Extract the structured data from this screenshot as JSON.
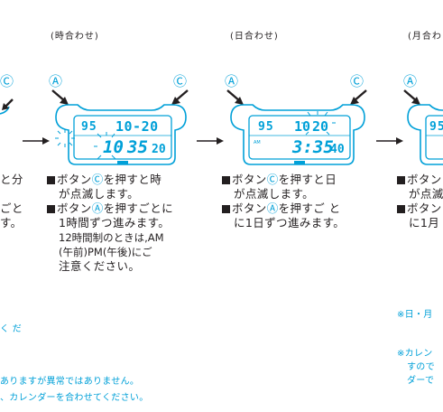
{
  "headers": {
    "time_setting": "(時合わせ)",
    "day_setting": "(日合わせ)",
    "month_setting": "(月合わ"
  },
  "buttons": {
    "a": "Ⓐ",
    "c": "Ⓒ"
  },
  "watches": {
    "left_partial": {
      "button_c": "Ⓒ"
    },
    "time": {
      "day_digits": "95",
      "date_digits": "10-20",
      "time_hour": "10",
      "time_minutes": "35",
      "time_seconds": "20"
    },
    "day": {
      "day_digits": "95",
      "date_month": "10",
      "date_day": "20",
      "am_label": "AM",
      "time_main": "3:35",
      "time_seconds": "40"
    },
    "month": {
      "day_digits": "95"
    }
  },
  "left_fragments": {
    "line1": "と分",
    "line2": "ごと",
    "line3": "す。"
  },
  "time_instructions": {
    "line1_pre": "ボタン",
    "line1_btn": "Ⓒ",
    "line1_post": "を押すと時",
    "line2": "が点滅します。",
    "line3_pre": "ボタン",
    "line3_btn": "Ⓐ",
    "line3_post": "を押すごとに",
    "line4": "1時間ずつ進みます。",
    "line5": "12時間制のときは,AM",
    "line6": "(午前)PM(午後)にご",
    "line7": "注意ください。"
  },
  "day_instructions": {
    "line1_pre": "ボタン",
    "line1_btn": "Ⓒ",
    "line1_post": "を押すと日",
    "line2": "が点滅します。",
    "line3_pre": "ボタン",
    "line3_btn": "Ⓐ",
    "line3_post": "を押すご と",
    "line4": "に1日ずつ進みます。"
  },
  "month_instructions": {
    "line1": "ボタン",
    "line2": "が点滅",
    "line3": "ボタン",
    "line4": "に1月"
  },
  "notes": {
    "left1": "く だ",
    "left2": "ありますが異常ではありません。",
    "left3": "、カレンダーを合わせてください。",
    "right1": "※日・月",
    "right2": "※カレン",
    "right3": "すので",
    "right4": "ダーで"
  },
  "colors": {
    "accent": "#00a0d8",
    "text": "#231f20"
  }
}
